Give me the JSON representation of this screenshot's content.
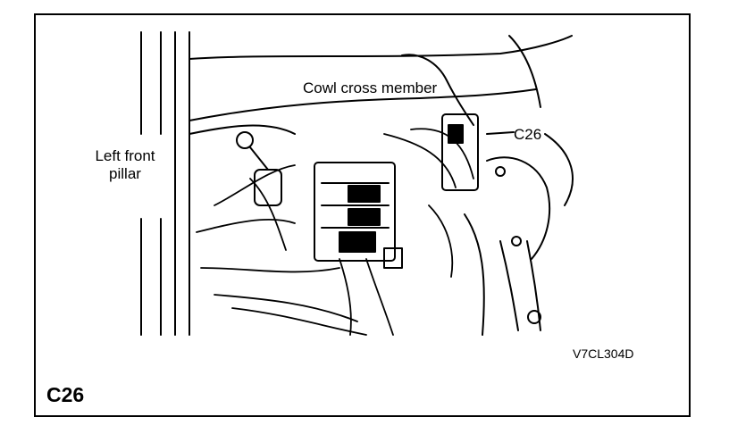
{
  "labels": {
    "pillar": "Left front pillar",
    "cowl": "Cowl cross member",
    "connector": "C26",
    "figure_code": "V7CL304D"
  },
  "title": "C26",
  "icons": [
    "pillar",
    "cowl-cross-member",
    "wiring-harness",
    "connector-block",
    "c26-connector"
  ]
}
